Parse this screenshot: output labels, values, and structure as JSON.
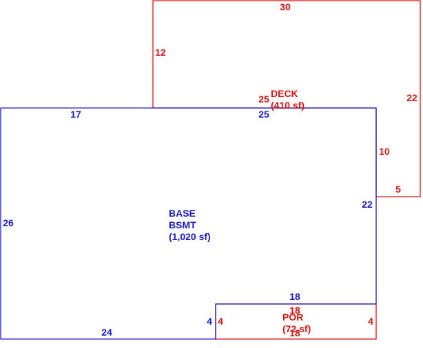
{
  "colors": {
    "base": "#1a1acc",
    "deck": "#dd1111"
  },
  "base": {
    "name": "BASE",
    "sub": "BSMT",
    "area": "(1,020 sf)",
    "dims": {
      "top_left": "17",
      "top_right": "25",
      "right": "22",
      "bottom_right": "18",
      "notch": "4",
      "bottom": "24",
      "left": "26"
    }
  },
  "deck": {
    "name": "DECK",
    "area": "(410 sf)",
    "dims": {
      "top": "30",
      "left": "12",
      "bottom": "25",
      "right": "22",
      "inner_right": "10",
      "step": "5"
    }
  },
  "porch": {
    "name": "POR",
    "area": "(72 sf)",
    "dims": {
      "top": "18",
      "left": "4",
      "right": "4",
      "bottom": "18"
    }
  }
}
